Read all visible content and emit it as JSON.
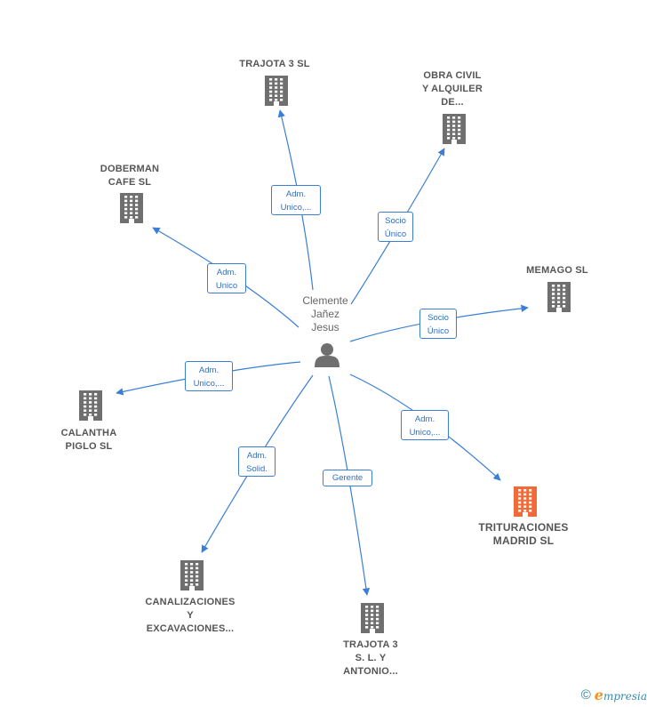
{
  "center": {
    "name_lines": [
      "Clemente",
      "Jañez",
      "Jesus"
    ],
    "icon": "person-icon"
  },
  "companies": [
    {
      "id": "trajota3",
      "lines": [
        "TRAJOTA 3 SL"
      ],
      "highlight": false
    },
    {
      "id": "obra-civil",
      "lines": [
        "OBRA CIVIL",
        "Y ALQUILER",
        "DE..."
      ],
      "highlight": false
    },
    {
      "id": "doberman",
      "lines": [
        "DOBERMAN",
        "CAFE  SL"
      ],
      "highlight": false
    },
    {
      "id": "memago",
      "lines": [
        "MEMAGO SL"
      ],
      "highlight": false
    },
    {
      "id": "calantha",
      "lines": [
        "CALANTHA",
        "PIGLO SL"
      ],
      "highlight": false
    },
    {
      "id": "trituraciones",
      "lines": [
        "TRITURACIONES",
        "MADRID  SL"
      ],
      "highlight": true
    },
    {
      "id": "canalizaciones",
      "lines": [
        "CANALIZACIONES",
        "Y",
        "EXCAVACIONES..."
      ],
      "highlight": false
    },
    {
      "id": "trajota3-sly",
      "lines": [
        "TRAJOTA 3",
        "S. L. Y",
        "ANTONIO..."
      ],
      "highlight": false
    }
  ],
  "relations": [
    {
      "to": "trajota3",
      "lines": [
        "Adm.",
        "Unico,..."
      ]
    },
    {
      "to": "obra-civil",
      "lines": [
        "Socio",
        "Único"
      ]
    },
    {
      "to": "doberman",
      "lines": [
        "Adm.",
        "Unico"
      ]
    },
    {
      "to": "memago",
      "lines": [
        "Socio",
        "Único"
      ]
    },
    {
      "to": "calantha",
      "lines": [
        "Adm.",
        "Unico,..."
      ]
    },
    {
      "to": "trituraciones",
      "lines": [
        "Adm.",
        "Unico,..."
      ]
    },
    {
      "to": "canalizaciones",
      "lines": [
        "Adm.",
        "Solid."
      ]
    },
    {
      "to": "trajota3-sly",
      "lines": [
        "Gerente"
      ]
    }
  ],
  "colors": {
    "edge": "#3a7fd5",
    "building": "#6f6f6f",
    "building_highlight": "#f26a3a",
    "person": "#6f6f6f"
  },
  "footer": {
    "copyright": "©",
    "brand_initial": "e",
    "brand_rest": "mpresia"
  }
}
